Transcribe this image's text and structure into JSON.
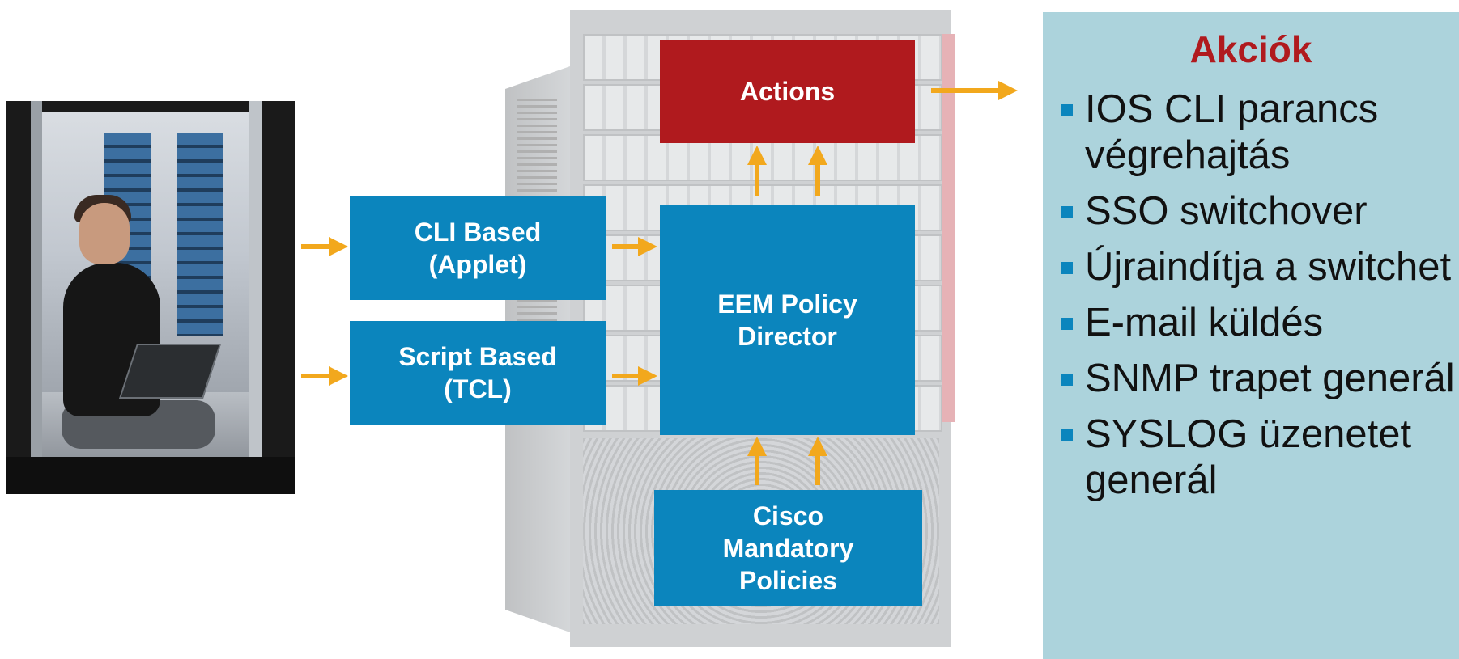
{
  "colors": {
    "blue_box": "#0b85bd",
    "red_box": "#b01a1e",
    "arrow": "#f2a81d",
    "panel_bg": "#acd3dc",
    "panel_title": "#b01a1e"
  },
  "diagram": {
    "actions": "Actions",
    "cli_based": "CLI Based\n(Applet)",
    "script_based": "Script Based\n(TCL)",
    "eem_policy_director": "EEM Policy\nDirector",
    "cisco_mandatory_policies": "Cisco\nMandatory\nPolicies"
  },
  "panel": {
    "title": "Akciók",
    "items": [
      "IOS CLI parancs végrehajtás",
      "SSO switchover",
      "Újraindítja a switchet",
      "E-mail küldés",
      "SNMP trapet generál",
      "SYSLOG üzenetet generál"
    ]
  }
}
